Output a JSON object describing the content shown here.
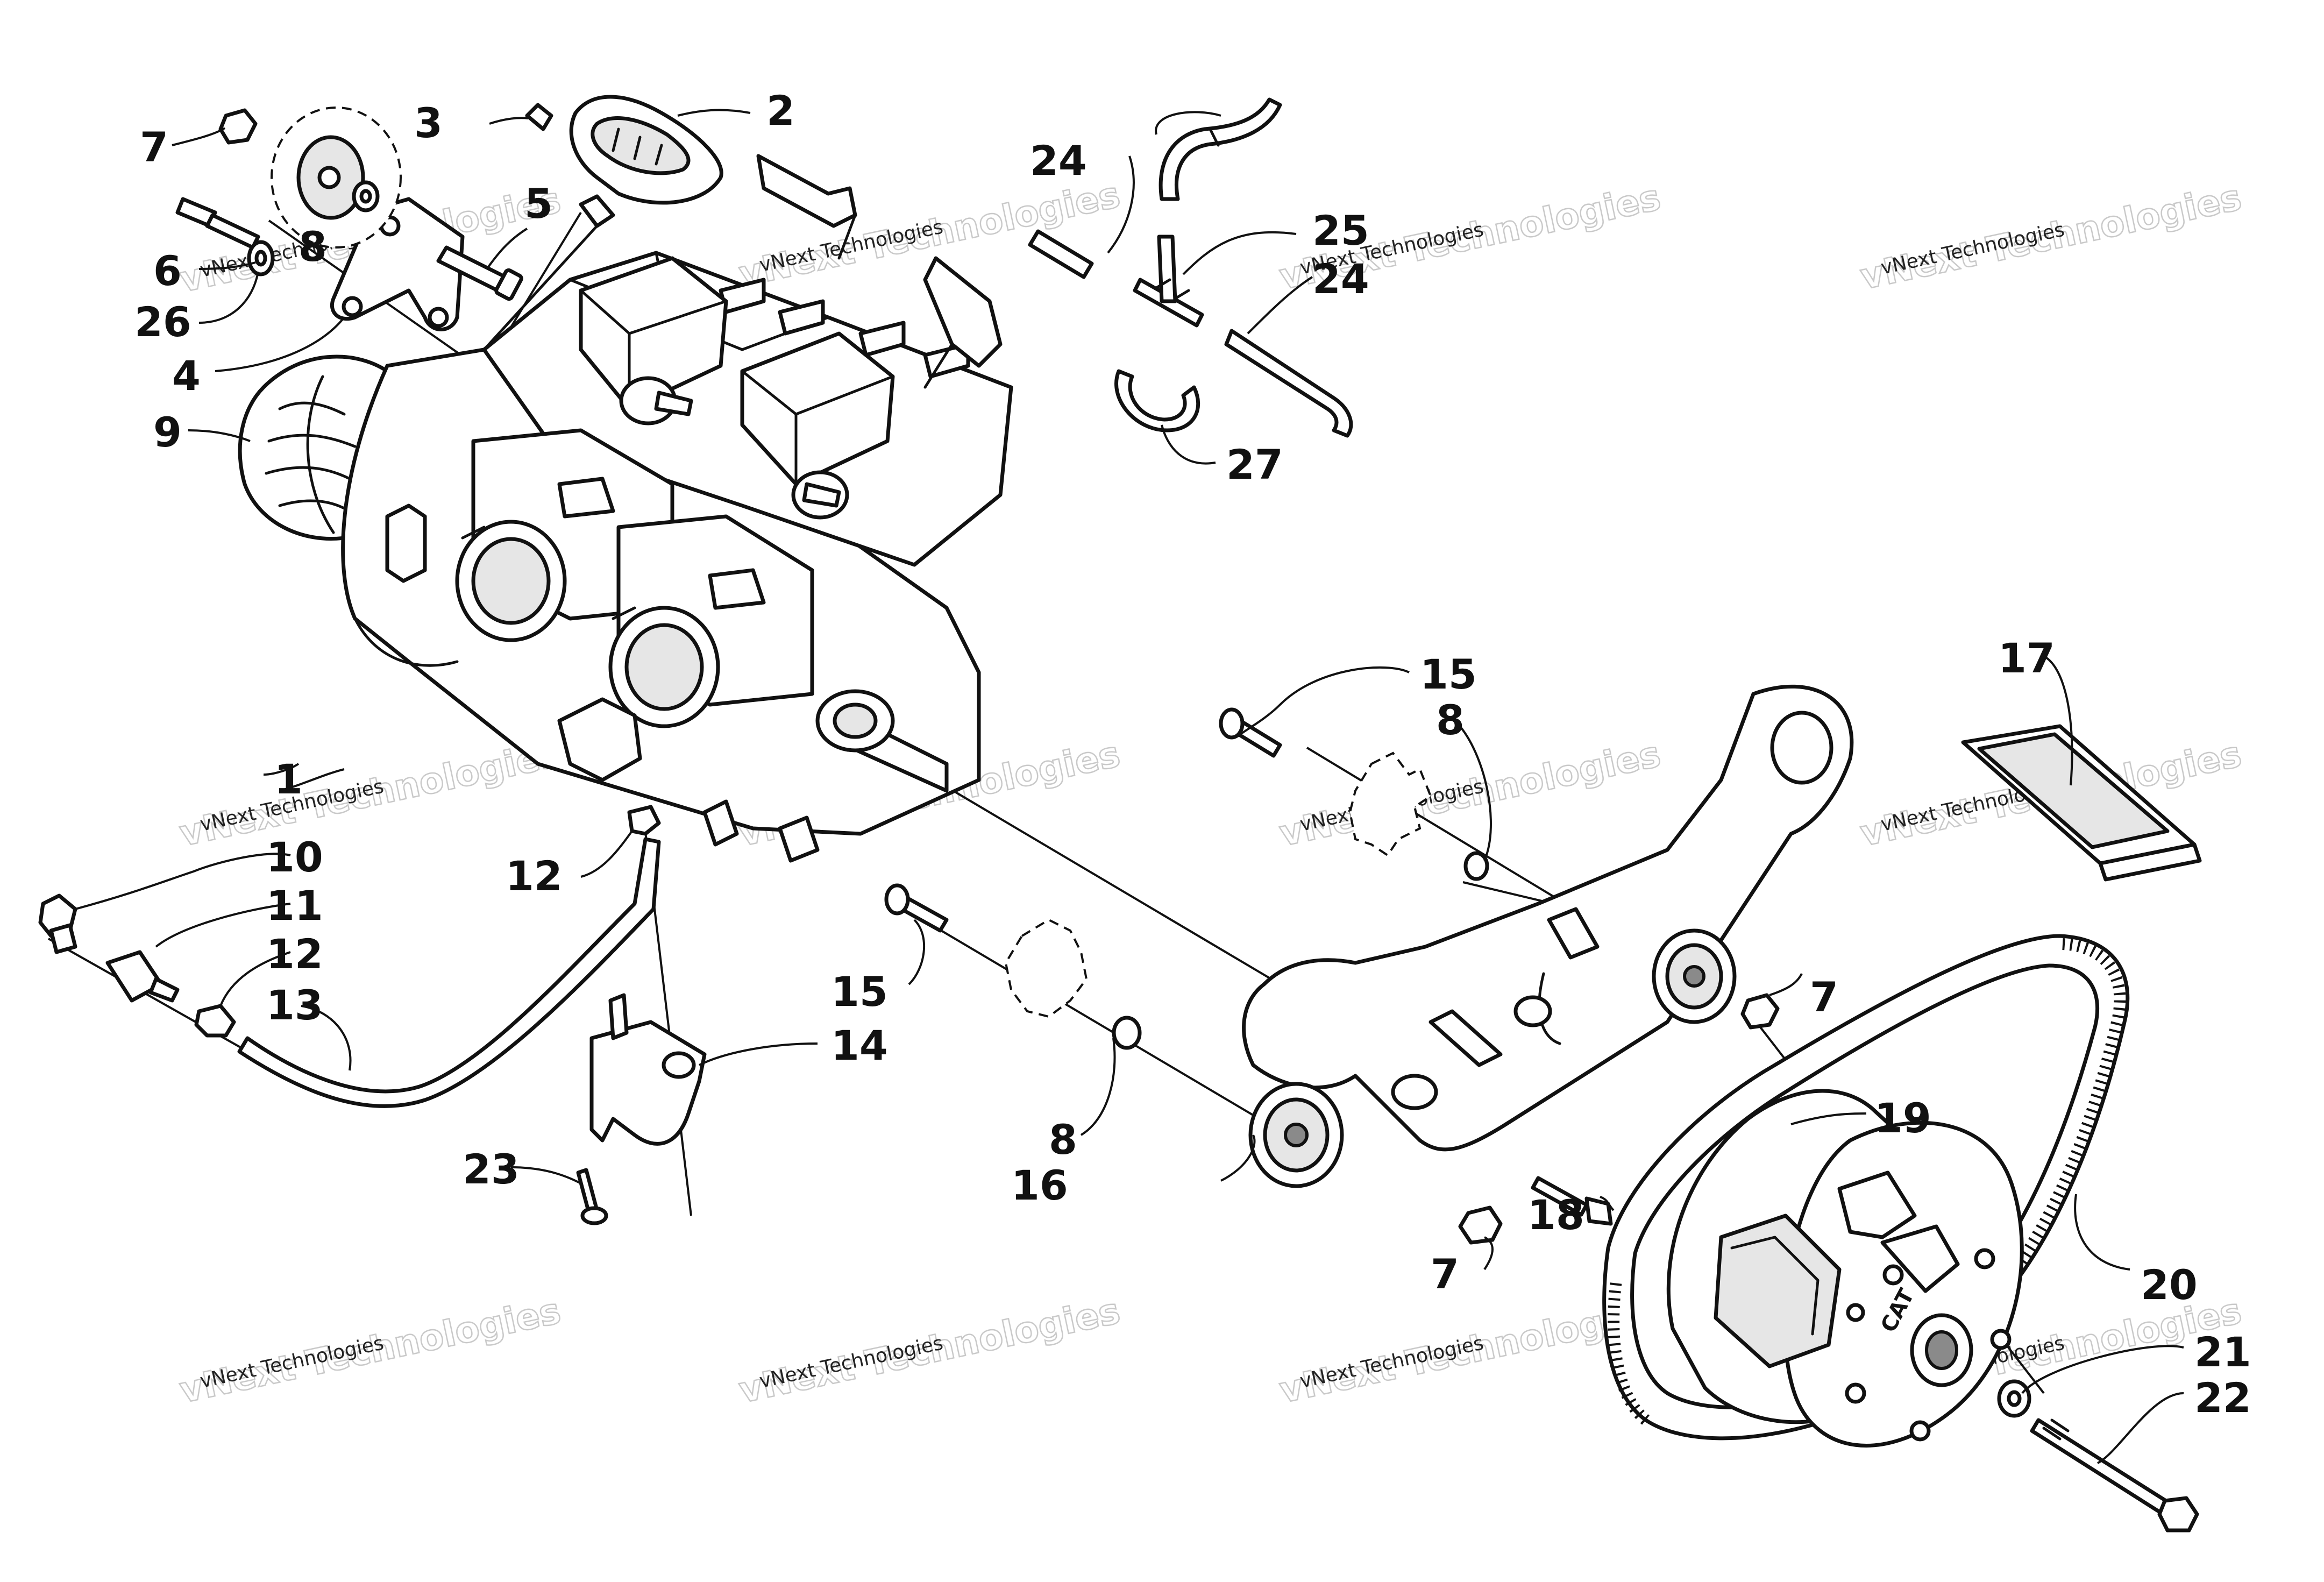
{
  "diagram": {
    "callouts": [
      "1",
      "2",
      "3",
      "4",
      "5",
      "6",
      "7",
      "8",
      "9",
      "10",
      "11",
      "12",
      "13",
      "14",
      "15",
      "16",
      "17",
      "18",
      "19",
      "20",
      "21",
      "22",
      "23",
      "24",
      "25",
      "26",
      "27"
    ],
    "watermark": {
      "line1": "vNext Technologies",
      "line2": "vNext Technologies"
    },
    "pulley_logo": "CAT"
  }
}
